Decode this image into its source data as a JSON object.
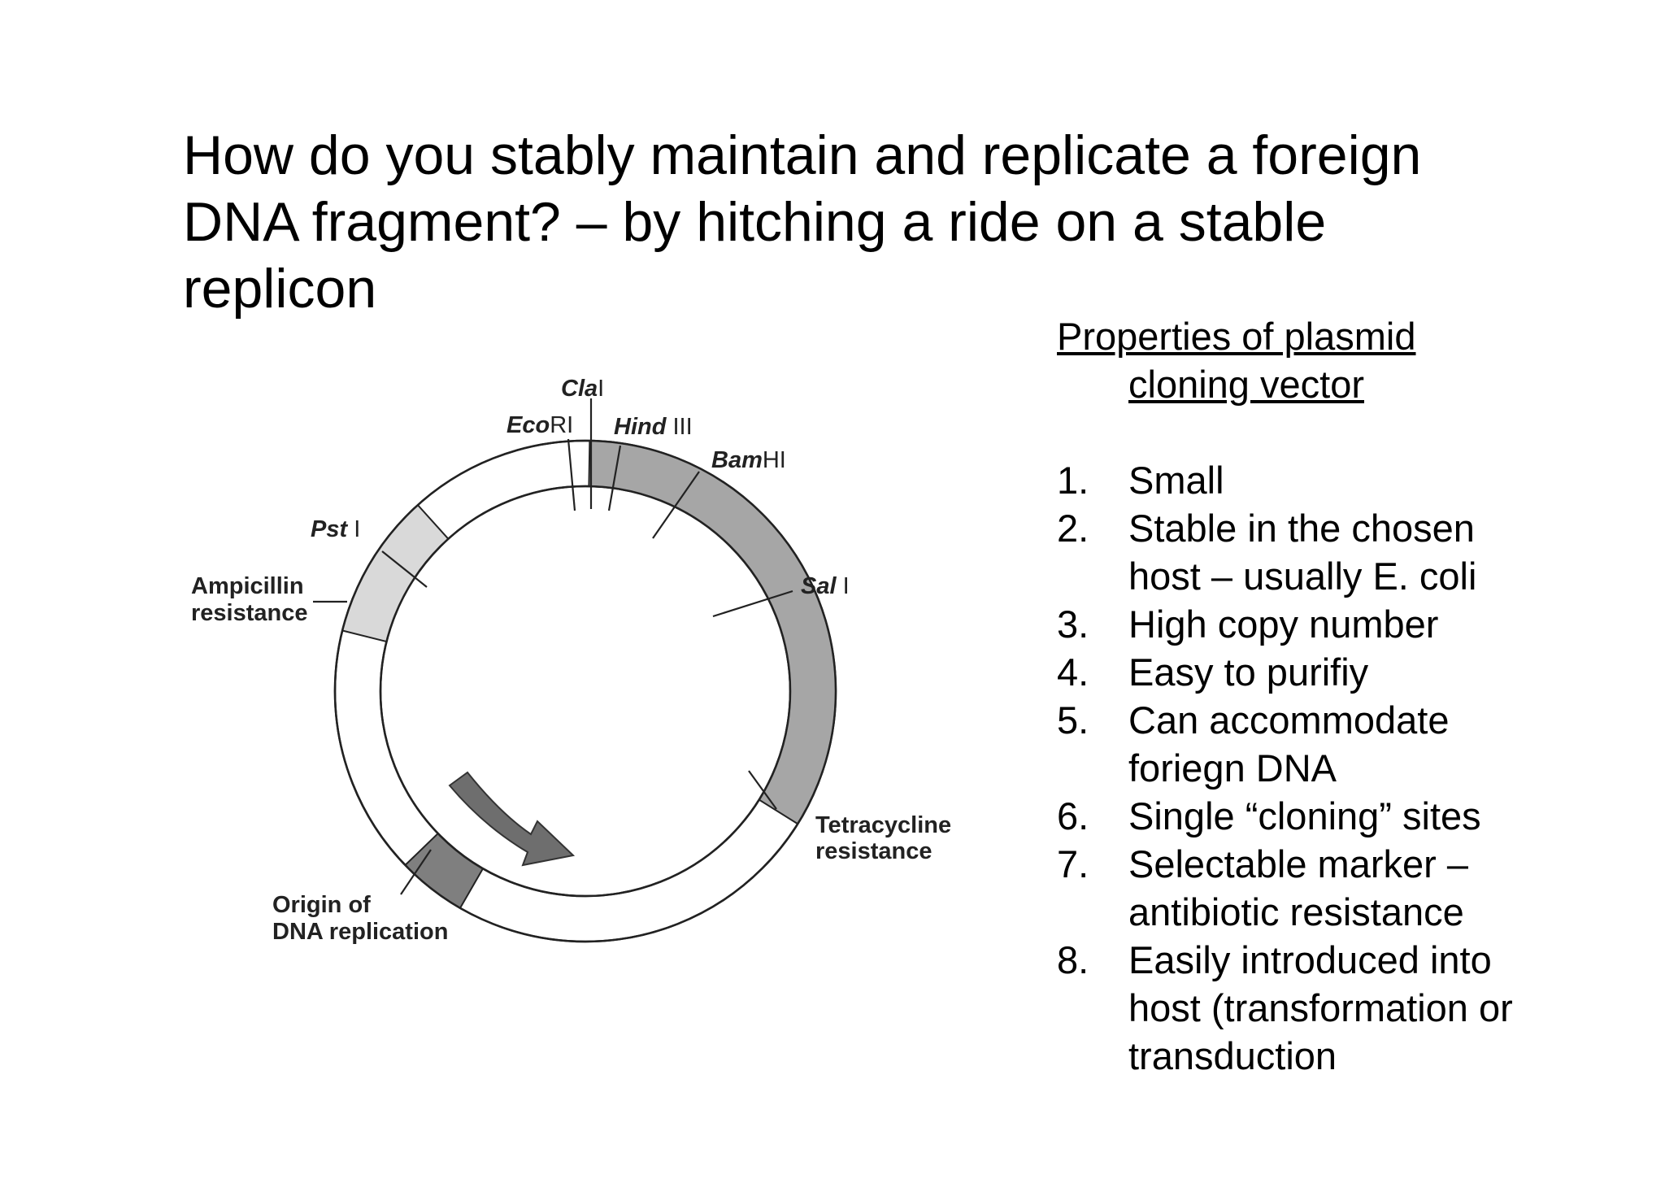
{
  "slide": {
    "title": "How do you stably maintain and replicate a foreign DNA fragment? – by hitching a ride on a stable replicon"
  },
  "diagram": {
    "restriction_sites": {
      "clai": {
        "italic": "Cla",
        "plain": "I"
      },
      "ecori": {
        "italic": "Eco",
        "plain": "RI"
      },
      "hindiii": {
        "italic": "Hind",
        "plain": " III"
      },
      "bamhi": {
        "italic": "Bam",
        "plain": "HI"
      },
      "sali": {
        "italic": "Sal",
        "plain": " I"
      },
      "psti": {
        "italic": "Pst",
        "plain": " I"
      }
    },
    "regions": {
      "ampicillin_line1": "Ampicillin",
      "ampicillin_line2": "resistance",
      "tetracycline_line1": "Tetracycline",
      "tetracycline_line2": "resistance",
      "origin_line1": "Origin of",
      "origin_line2": "DNA replication"
    },
    "colors": {
      "tetracycline_fill": "#a6a6a6",
      "ampicillin_fill": "#d9d9d9",
      "origin_fill": "#7f7f7f",
      "arrow_fill": "#6e6e6e",
      "ring_fill": "#ffffff"
    }
  },
  "properties": {
    "heading_line1": "Properties of plasmid",
    "heading_line2": "cloning vector",
    "items": [
      {
        "num": "1.",
        "line1": "Small",
        "line2": ""
      },
      {
        "num": "2.",
        "line1": "Stable in the chosen",
        "line2": "host – usually E. coli"
      },
      {
        "num": "3.",
        "line1": "High copy number",
        "line2": ""
      },
      {
        "num": "4.",
        "line1": "Easy to purifiy",
        "line2": ""
      },
      {
        "num": "5.",
        "line1": "Can accommodate",
        "line2": "foriegn DNA"
      },
      {
        "num": "6.",
        "line1": "Single “cloning” sites",
        "line2": ""
      },
      {
        "num": "7.",
        "line1": "Selectable marker –",
        "line2": "antibiotic resistance"
      },
      {
        "num": "8.",
        "line1": "Easily introduced into",
        "line2": "host (transformation or",
        "line3": "transduction"
      }
    ]
  }
}
